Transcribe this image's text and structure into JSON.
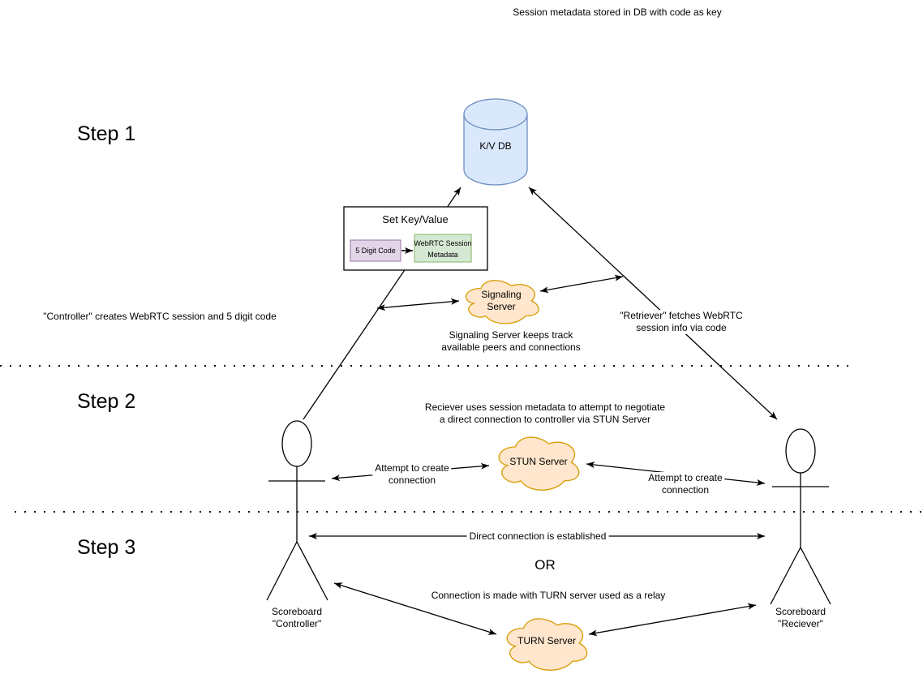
{
  "title": "Session metadata stored in DB with code as key",
  "steps": [
    {
      "label": "Step 1"
    },
    {
      "label": "Step 2"
    },
    {
      "label": "Step 3"
    }
  ],
  "database": {
    "label": "K/V DB"
  },
  "set_key_value": {
    "title": "Set Key/Value",
    "key_label": "5 Digit Code",
    "value_label": "WebRTC Session\nMetadata"
  },
  "clouds": {
    "signaling": "Signaling\nServer",
    "stun": "STUN Server",
    "turn": "TURN Server"
  },
  "annotations": {
    "controller_creates": "\"Controller\" creates WebRTC session and 5 digit code",
    "retriever_fetches": "\"Retriever\" fetches WebRTC\nsession info via code",
    "signaling_note": "Signaling Server keeps track\navailable peers and connections",
    "reciever_uses": "Reciever uses session metadata to attempt to negotiate\na direct connection to controller via STUN Server",
    "attempt_left": "Attempt to create\nconnection",
    "attempt_right": "Attempt to create\nconnection",
    "direct_connection": "Direct connection is established",
    "or": "OR",
    "turn_relay": "Connection is made with TURN server used as a relay"
  },
  "actors": {
    "controller": "Scoreboard\n\"Controller\"",
    "reciever": "Scoreboard\n\"Reciever\""
  },
  "colors": {
    "db_fill": "#dae8fc",
    "db_stroke": "#6c8ebf",
    "cloud_fill": "#ffe6cc",
    "cloud_stroke": "#d79b00",
    "key_fill": "#e1d5e7",
    "key_stroke": "#9673a6",
    "value_fill": "#d5e8d4",
    "value_stroke": "#82b366",
    "box_fill": "#ffffff",
    "line": "#000000"
  }
}
